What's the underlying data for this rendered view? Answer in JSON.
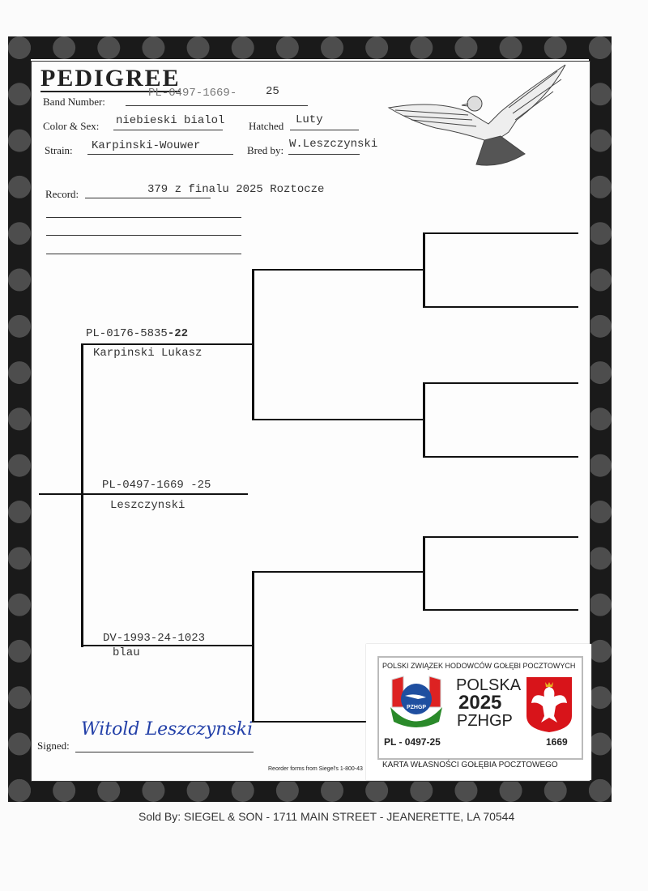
{
  "title": "PEDIGREE",
  "fields": {
    "band_label": "Band Number:",
    "band_value": "PL-0497-1669-",
    "band_year": "25",
    "color_label": "Color & Sex:",
    "color_value": "niebieski bialol",
    "hatched_label": "Hatched",
    "hatched_value": "Luty",
    "strain_label": "Strain:",
    "strain_value": "Karpinski-Wouwer",
    "bred_label": "Bred by:",
    "bred_value": "W.Leszczynski",
    "record_label": "Record:",
    "record_value": "379 z finalu 2025 Roztocze"
  },
  "pedigree": {
    "subject": {
      "band": "PL-0497-1669",
      "year": "-25",
      "name": "Leszczynski"
    },
    "sire": {
      "band": "PL-0176-5835",
      "year": "-22",
      "name": "Karpinski Lukasz"
    },
    "dam": {
      "band": "DV-1993-24-1023",
      "name": "blau"
    }
  },
  "signed_label": "Signed:",
  "signature": "Witold Leszczynski",
  "reorder": "Reorder forms from Siegel's 1-800-43",
  "footer": "Sold By: SIEGEL & SON - 1711 MAIN STREET - JEANERETTE, LA 70544",
  "card": {
    "header": "POLSKI ZWIĄZEK HODOWCÓW GOŁĘBI POCZTOWYCH",
    "logo_text": "PZHGP",
    "line1": "POLSKA",
    "line2": "2025",
    "line3": "PZHGP",
    "band": "PL - 0497-25",
    "number": "1669",
    "footer": "KARTA  WŁASNOŚCI GOŁĘBIA POCZTOWEGO"
  }
}
